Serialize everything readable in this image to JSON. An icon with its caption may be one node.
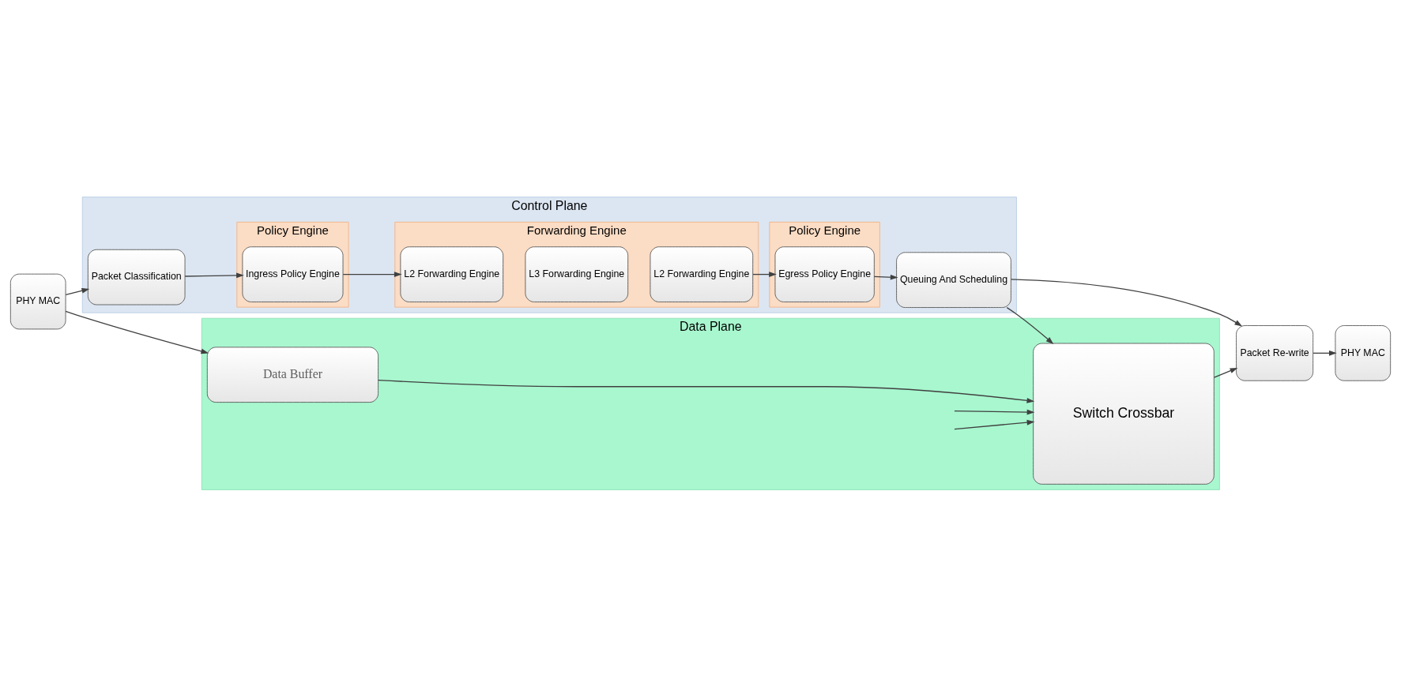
{
  "diagram": {
    "nodes": [
      {
        "text": [
          "Control Plane"
        ]
      },
      {
        "text": [
          "PHY MAC"
        ]
      },
      {
        "text": [
          "Packet Classification"
        ],
        "in": 0
      },
      {
        "text": [
          "Policy Engine"
        ],
        "in": 0
      },
      {
        "text": [
          "Ingress Policy Engine"
        ],
        "in": 3
      },
      {
        "text": [
          "Forwarding Engine"
        ],
        "in": 0
      },
      {
        "text": [
          "L2 Forwarding Engine"
        ],
        "in": 5
      },
      {
        "text": [
          "L3 Forwarding Engine"
        ],
        "in": 5
      },
      {
        "text": [
          "L2 Forwarding Engine"
        ],
        "in": 5
      },
      {
        "text": [
          "Policy Engine"
        ],
        "in": 0
      },
      {
        "text": [
          "Egress Policy Engine"
        ],
        "in": 9
      },
      {
        "text": [
          "Queuing And Scheduling"
        ],
        "in": 0
      },
      {
        "text": [
          "Packet Re-write"
        ]
      },
      {
        "text": [
          "PHY MAC"
        ]
      },
      {
        "text": [
          "Data Plane"
        ]
      },
      {
        "text": [
          "Data Buffer"
        ],
        "in": 14
      },
      {
        "text": [
          "Switch Crossbar"
        ],
        "in": 14
      }
    ],
    "edges": [
      {
        "from": 1,
        "to": 2,
        "arrow": "to"
      },
      {
        "from": 2,
        "to": 4,
        "arrow": "to"
      },
      {
        "from": 4,
        "to": 6,
        "arrow": "to"
      },
      {
        "from": 8,
        "to": 10,
        "arrow": "to"
      },
      {
        "from": 10,
        "to": 11,
        "arrow": "to"
      },
      {
        "from": 11,
        "to": 12,
        "arrow": "to"
      },
      {
        "from": 12,
        "to": 13,
        "arrow": "to"
      },
      {
        "from": 1,
        "to": 15,
        "arrow": "to"
      },
      {
        "from": 11,
        "to": 16,
        "arrow": "to"
      },
      {
        "from": 15,
        "to": 16,
        "arrow": "to"
      },
      {
        "from": null,
        "to": 16,
        "arrow": "to"
      },
      {
        "from": null,
        "to": 16,
        "arrow": "to"
      },
      {
        "from": 16,
        "to": 12,
        "arrow": "to"
      }
    ]
  }
}
